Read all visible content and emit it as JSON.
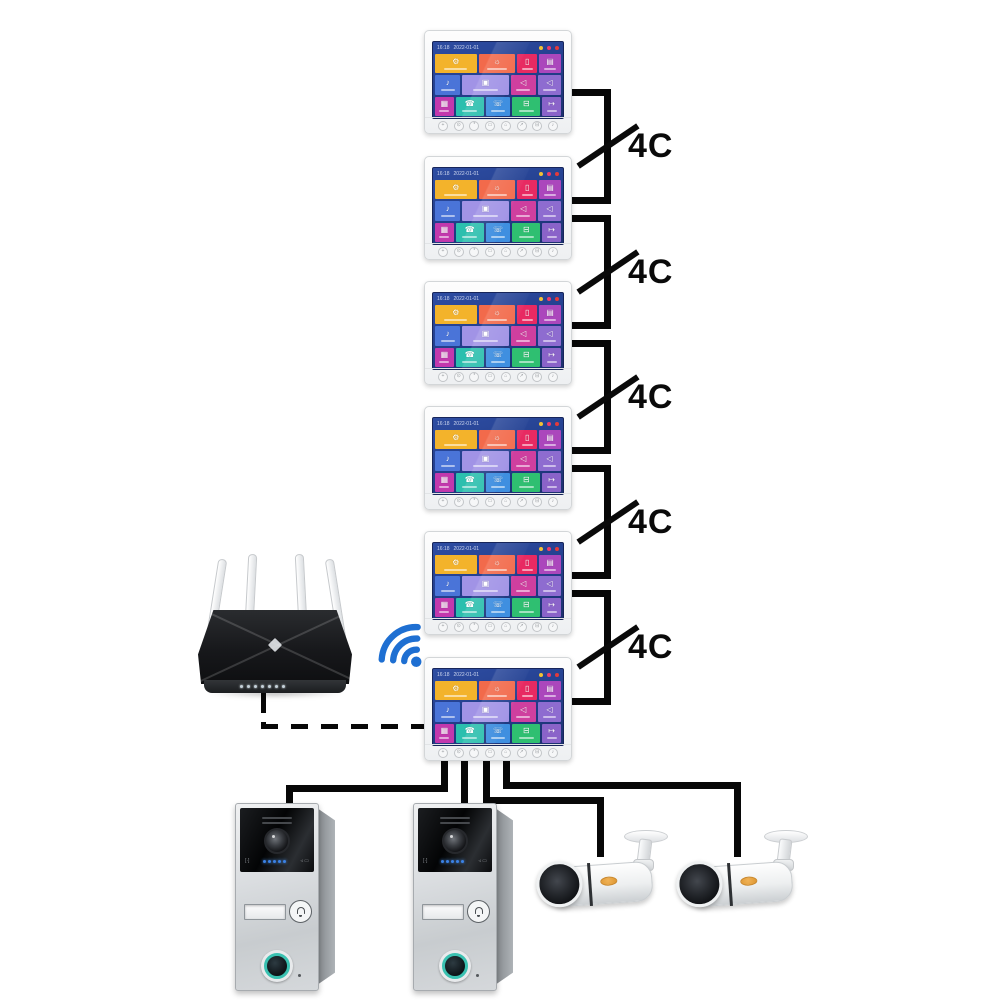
{
  "diagram": {
    "monitor_count": 6,
    "cables": [
      {
        "label": "4C"
      },
      {
        "label": "4C"
      },
      {
        "label": "4C"
      },
      {
        "label": "4C"
      },
      {
        "label": "4C"
      }
    ],
    "line_color": "#070707",
    "wifi_color": "#1e6fd2"
  },
  "monitor": {
    "statusbar": {
      "time": "16:18",
      "date": "2022-01-01"
    },
    "window_dots": [
      "#f2c233",
      "#ee3a6a",
      "#e23b3b"
    ],
    "screen_bg": "#24408f",
    "tile_rows": [
      [
        {
          "name": "settings",
          "icon_name": "gear-icon",
          "glyph": "⚙",
          "color": "#f3b32b",
          "flex": 3.4
        },
        {
          "name": "brightness",
          "icon_name": "bulb-icon",
          "glyph": "☼",
          "color": "#f26a4b",
          "flex": 3.0
        },
        {
          "name": "intercom",
          "icon_name": "handset-icon",
          "glyph": "▯",
          "color": "#e82a62",
          "flex": 1.6
        },
        {
          "name": "menu",
          "icon_name": "list-icon",
          "glyph": "▤",
          "color": "#ab47bc",
          "flex": 1.8
        }
      ],
      [
        {
          "name": "music",
          "icon_name": "music-note-icon",
          "glyph": "♪",
          "color": "#4a74d8",
          "flex": 2.1
        },
        {
          "name": "photos",
          "icon_name": "photo-frame-icon",
          "glyph": "▣",
          "color": "#a193e6",
          "flex": 3.8
        },
        {
          "name": "volume",
          "icon_name": "speaker-icon",
          "glyph": "◁",
          "color": "#cf3f9f",
          "flex": 2.1
        },
        {
          "name": "volume-2",
          "icon_name": "speaker-icon",
          "glyph": "◁",
          "color": "#8e6cd0",
          "flex": 1.9
        }
      ],
      [
        {
          "name": "calendar",
          "icon_name": "calendar-icon",
          "glyph": "▦",
          "color": "#c238ad",
          "flex": 1.6
        },
        {
          "name": "call",
          "icon_name": "phone-call-icon",
          "glyph": "☎",
          "color": "#2bbfae",
          "flex": 2.4
        },
        {
          "name": "phone",
          "icon_name": "phone-icon",
          "glyph": "☏",
          "color": "#3f8fe0",
          "flex": 2.1
        },
        {
          "name": "garage",
          "icon_name": "car-icon",
          "glyph": "⊟",
          "color": "#2fbf71",
          "flex": 2.4
        },
        {
          "name": "exit",
          "icon_name": "exit-icon",
          "glyph": "↦",
          "color": "#8a63c9",
          "flex": 1.6
        }
      ]
    ],
    "buttons": [
      {
        "name": "key-1",
        "glyph": "+"
      },
      {
        "name": "key-2",
        "glyph": "⊙"
      },
      {
        "name": "key-3",
        "glyph": "*"
      },
      {
        "name": "key-4",
        "glyph": "▭"
      },
      {
        "name": "key-5",
        "glyph": "⌂"
      },
      {
        "name": "key-6",
        "glyph": "↗"
      },
      {
        "name": "key-7",
        "glyph": "⊟"
      },
      {
        "name": "key-8",
        "glyph": "♪"
      }
    ]
  },
  "door_station": {
    "status_led_count": 5,
    "left_glyph": "[·]",
    "right_glyph": "◃ ▭"
  },
  "camera": {
    "logo_color": "#dd9530"
  }
}
